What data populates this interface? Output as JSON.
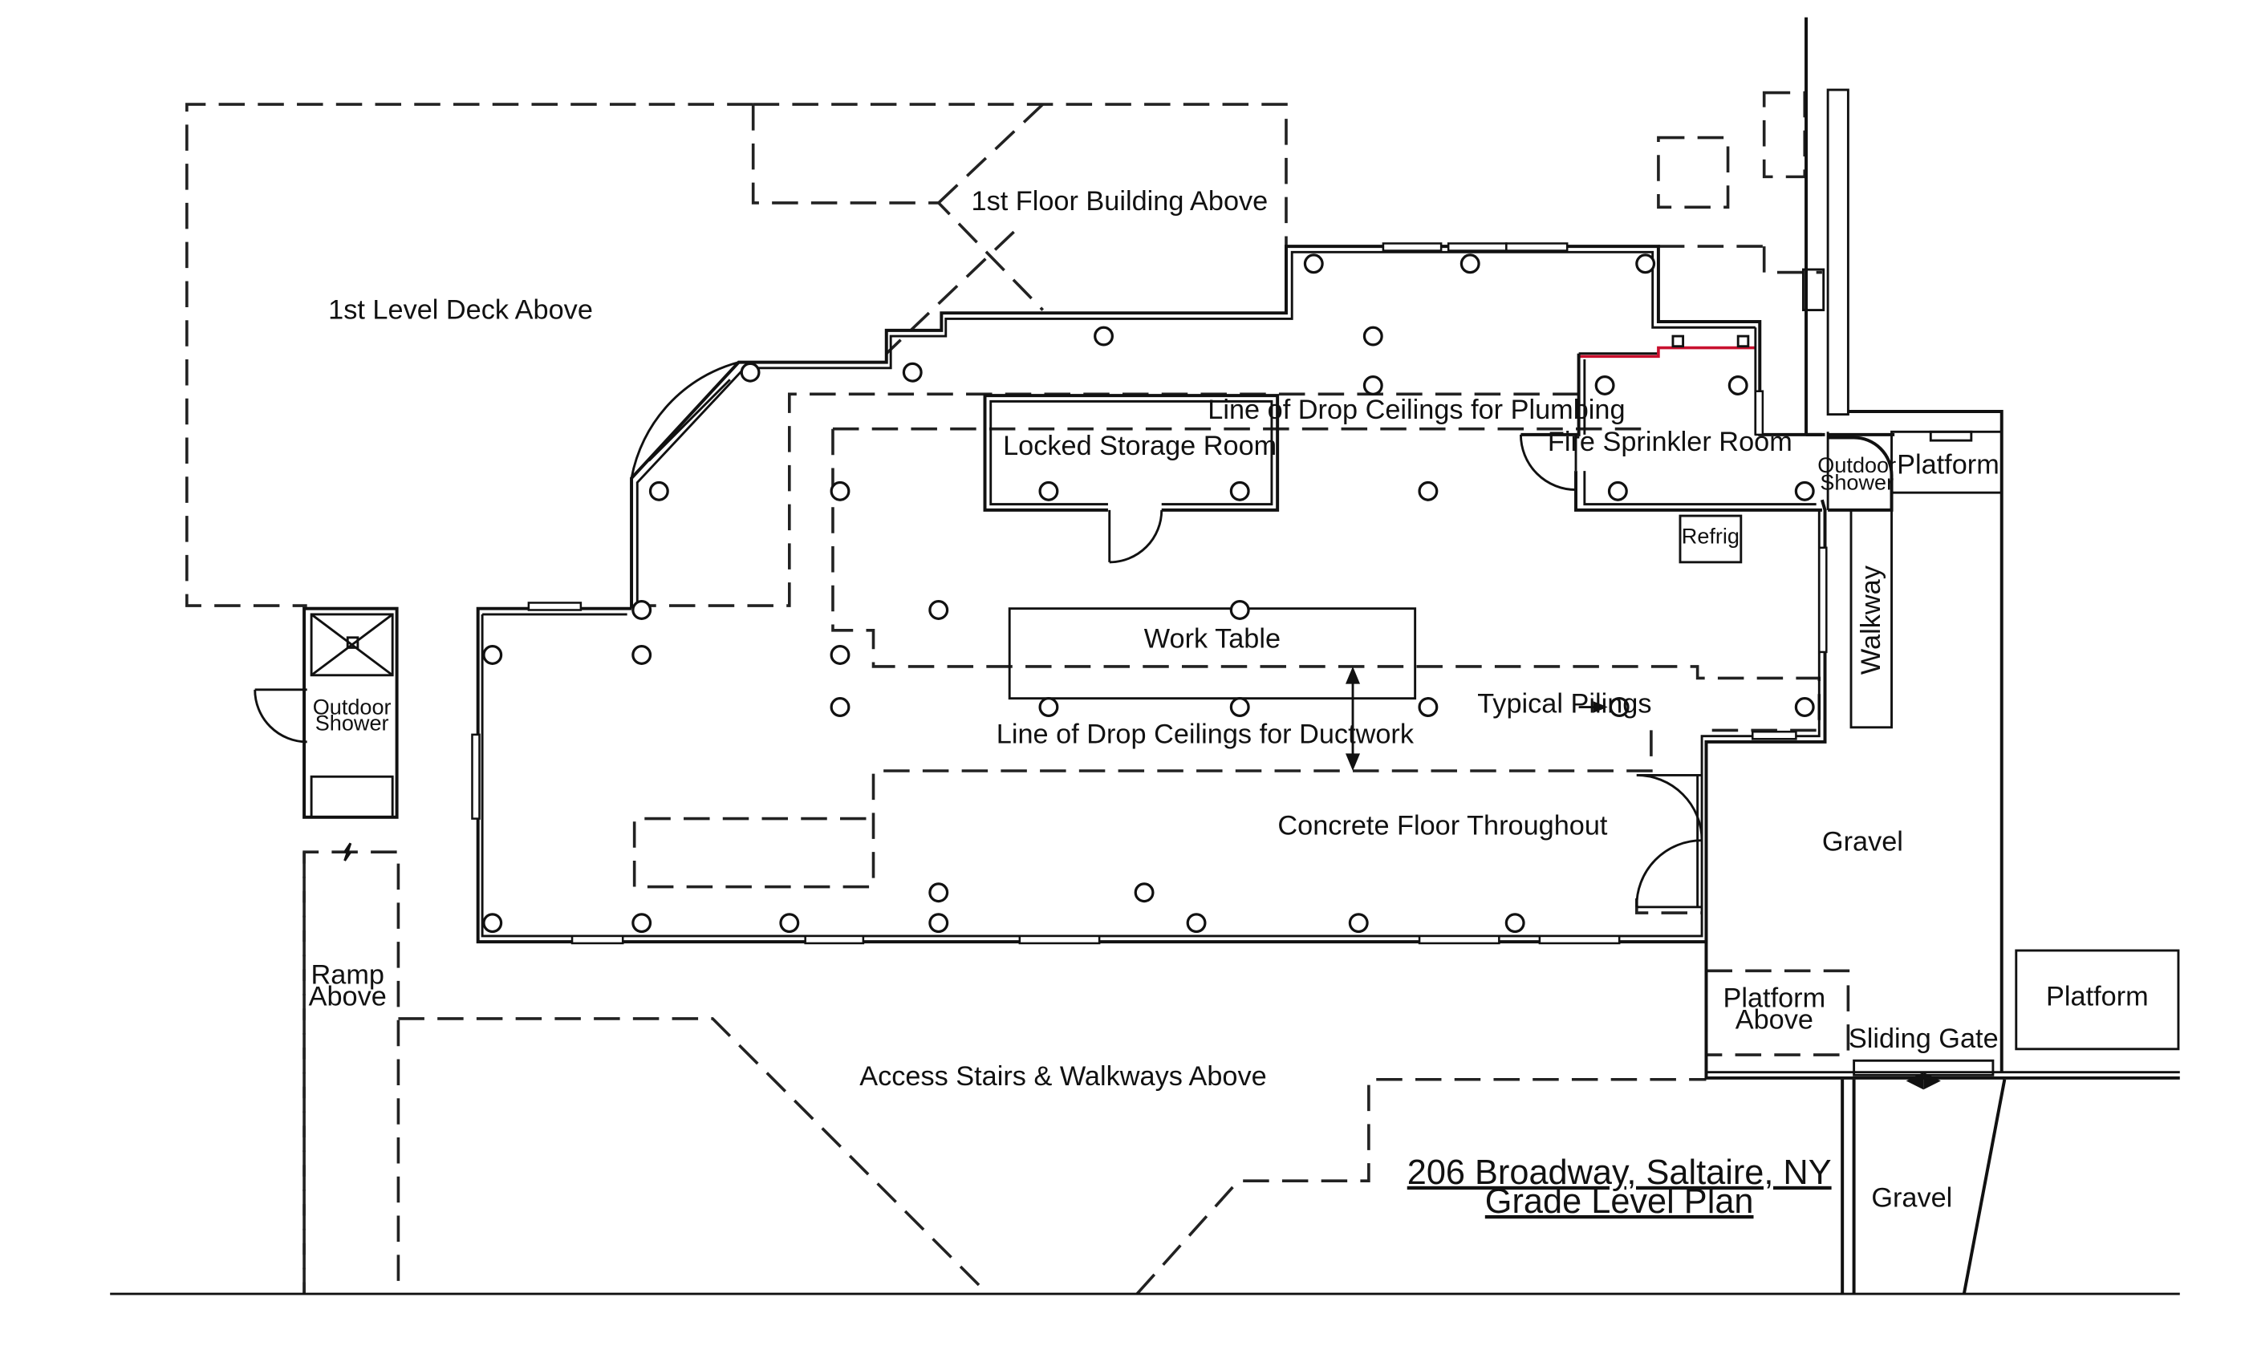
{
  "labels": {
    "deck_above": "1st Level Deck Above",
    "building_above": "1st Floor Building Above",
    "plumbing_ceiling": "Line of Drop Ceilings for Plumbing",
    "locked_storage": "Locked Storage Room",
    "fire_sprinkler": "Fire Sprinkler Room",
    "outdoor_shower_right_1": "Outdoor",
    "outdoor_shower_right_2": "Shower",
    "platform_top": "Platform",
    "refrig": "Refrig",
    "walkway": "Walkway",
    "work_table": "Work Table",
    "typical_pilings": "Typical Pilings",
    "ductwork_ceiling": "Line of Drop Ceilings for Ductwork",
    "outdoor_shower_left_1": "Outdoor",
    "outdoor_shower_left_2": "Shower",
    "concrete_floor": "Concrete Floor Throughout",
    "gravel_1": "Gravel",
    "ramp_1": "Ramp",
    "ramp_2": "Above",
    "platform_above_1": "Platform",
    "platform_above_2": "Above",
    "sliding_gate": "Sliding Gate",
    "platform_right": "Platform",
    "access_stairs": "Access Stairs & Walkways Above",
    "gravel_2": "Gravel"
  },
  "title": {
    "address": "206 Broadway, Saltaire, NY",
    "plan_name": "Grade Level Plan"
  },
  "colors": {
    "line": "#111111",
    "accent_red": "#c8102e"
  }
}
